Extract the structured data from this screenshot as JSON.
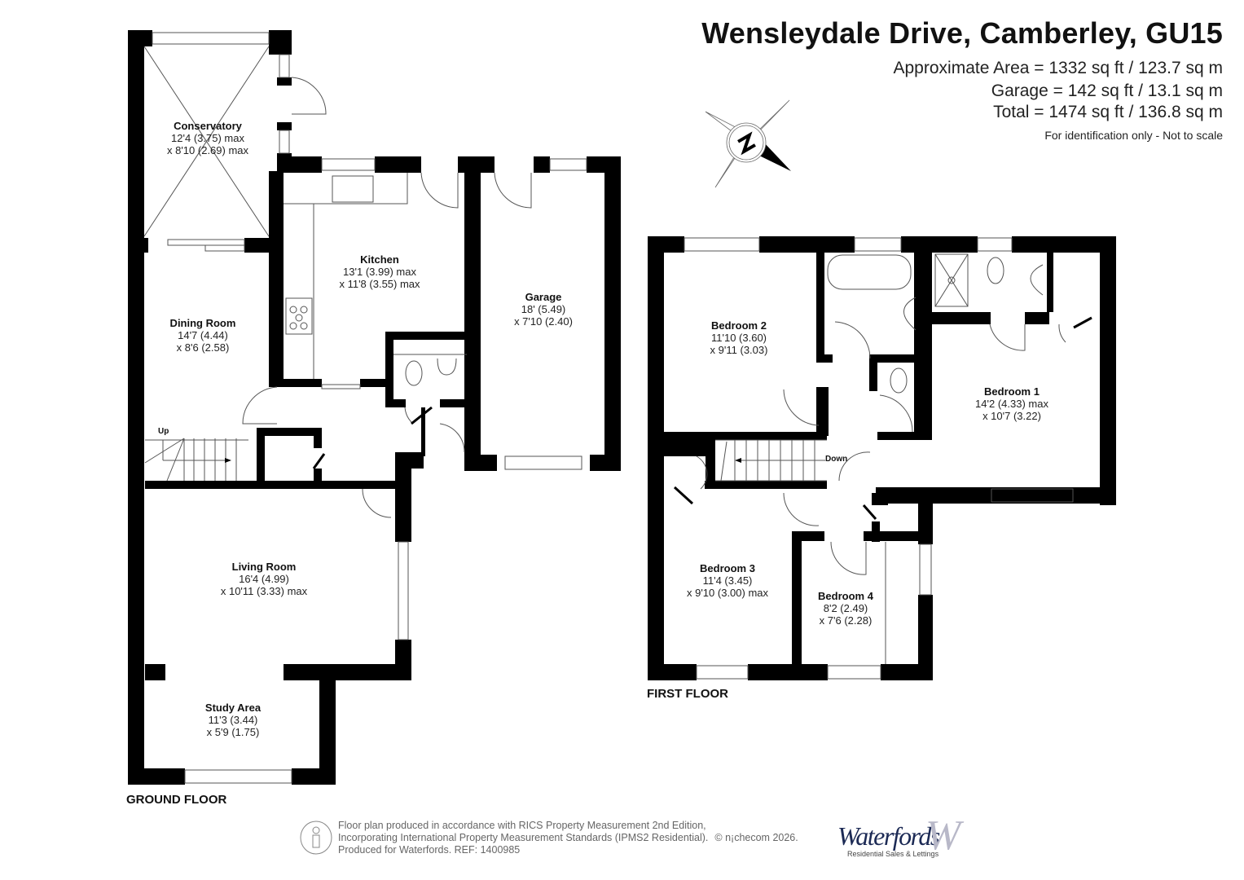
{
  "header": {
    "title": "Wensleydale Drive, Camberley, GU15",
    "areas": [
      "Approximate Area = 1332 sq ft / 123.7 sq m",
      "Garage = 142 sq ft / 13.1 sq m",
      "Total = 1474 sq ft / 136.8 sq m"
    ],
    "note": "For identification only - Not to scale"
  },
  "compass": {
    "icon": "compass-north-icon",
    "label": "N"
  },
  "ground_floor": {
    "label": "GROUND FLOOR",
    "stair_label": "Up",
    "rooms": [
      {
        "name": "Conservatory",
        "dim1": "12'4 (3.75) max",
        "dim2": "x 8'10 (2.69) max"
      },
      {
        "name": "Kitchen",
        "dim1": "13'1 (3.99) max",
        "dim2": "x 11'8 (3.55) max"
      },
      {
        "name": "Garage",
        "dim1": "18' (5.49)",
        "dim2": "x 7'10 (2.40)"
      },
      {
        "name": "Dining Room",
        "dim1": "14'7 (4.44)",
        "dim2": "x 8'6 (2.58)"
      },
      {
        "name": "Living Room",
        "dim1": "16'4 (4.99)",
        "dim2": "x 10'11 (3.33) max"
      },
      {
        "name": "Study Area",
        "dim1": "11'3 (3.44)",
        "dim2": "x 5'9 (1.75)"
      }
    ]
  },
  "first_floor": {
    "label": "FIRST FLOOR",
    "stair_label": "Down",
    "rooms": [
      {
        "name": "Bedroom 2",
        "dim1": "11'10 (3.60)",
        "dim2": "x 9'11 (3.03)"
      },
      {
        "name": "Bedroom 1",
        "dim1": "14'2 (4.33) max",
        "dim2": "x 10'7 (3.22)"
      },
      {
        "name": "Bedroom 3",
        "dim1": "11'4 (3.45)",
        "dim2": "x 9'10 (3.00) max"
      },
      {
        "name": "Bedroom 4",
        "dim1": "8'2 (2.49)",
        "dim2": "x 7'6 (2.28)"
      }
    ]
  },
  "footer": {
    "lines": [
      "Floor plan produced in accordance with RICS Property Measurement 2nd Edition,",
      "Incorporating International Property Measurement Standards (IPMS2 Residential).",
      "Produced for Waterfords.   REF: 1400985"
    ],
    "copyright": "© n¡checom 2026.",
    "icon": "person-icon"
  },
  "brand": {
    "name": "Waterfords",
    "tagline": "Residential Sales & Lettings",
    "mark": "W"
  },
  "colors": {
    "wall": "#000000",
    "line": "#555555",
    "background": "#ffffff",
    "brand": "#1c2a55"
  }
}
